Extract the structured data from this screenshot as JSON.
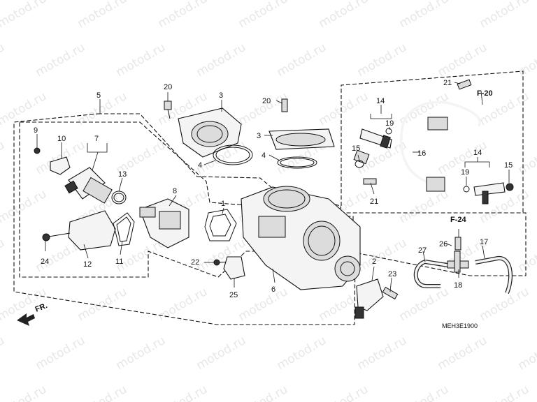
{
  "watermark": "motod.ru",
  "diagram_code": "MEH3E1900",
  "direction_label": "FR.",
  "refs": {
    "f20": "F-20",
    "f24": "F-24"
  },
  "callouts": {
    "c1": "1",
    "c2": "2",
    "c3a": "3",
    "c3b": "3",
    "c4a": "4",
    "c4b": "4",
    "c5": "5",
    "c6": "6",
    "c7": "7",
    "c8": "8",
    "c9": "9",
    "c10": "10",
    "c11": "11",
    "c12": "12",
    "c13": "13",
    "c14a": "14",
    "c14b": "14",
    "c15a": "15",
    "c15b": "15",
    "c16": "16",
    "c17": "17",
    "c18": "18",
    "c19a": "19",
    "c19b": "19",
    "c20a": "20",
    "c20b": "20",
    "c21a": "21",
    "c21b": "21",
    "c22": "22",
    "c23": "23",
    "c24": "24",
    "c25": "25",
    "c26": "26",
    "c27": "27"
  }
}
